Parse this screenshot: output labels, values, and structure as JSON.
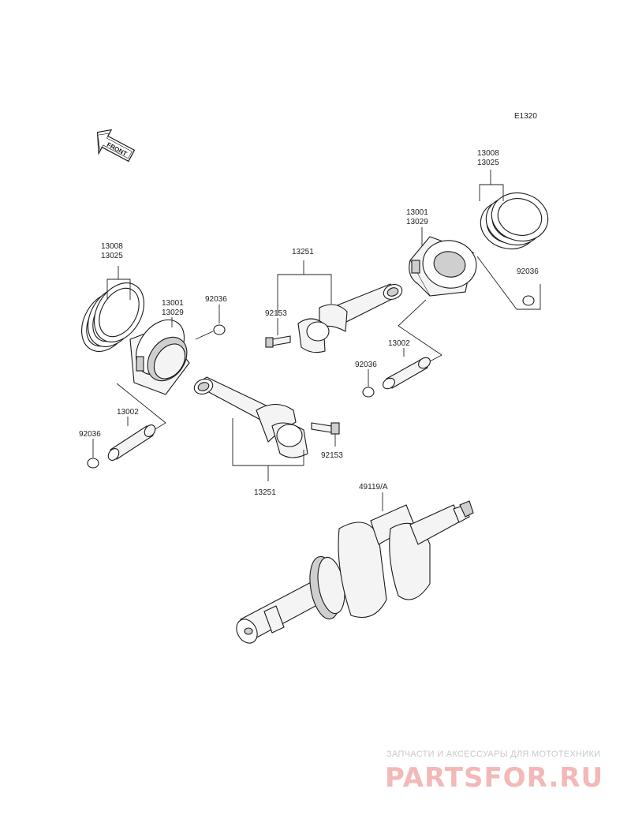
{
  "diagram": {
    "code": "E1320",
    "front_label": "FRONT",
    "labels": {
      "rings_left_1": "13008",
      "rings_left_2": "13025",
      "piston_left_1": "13001",
      "piston_left_2": "13029",
      "clip_left_top": "92036",
      "pin_left": "13002",
      "clip_left_bottom": "92036",
      "bolt_lower": "92153",
      "conrod_lower": "13251",
      "conrod_upper": "13251",
      "bolt_upper": "92153",
      "piston_right_1": "13001",
      "piston_right_2": "13029",
      "rings_right_1": "13008",
      "rings_right_2": "13025",
      "clip_right_top": "92036",
      "pin_right": "13002",
      "clip_right_bottom": "92036",
      "crankshaft": "49119/A"
    }
  },
  "watermark": {
    "tagline": "ЗАПЧАСТИ И АКСЕССУАРЫ ДЛЯ МОТОТЕХНИКИ",
    "logo": "PARTSFOR.RU"
  },
  "colors": {
    "ink": "#1a1a1a",
    "watermark_logo": "#f3b8b8",
    "watermark_text": "#c9c9c9"
  }
}
